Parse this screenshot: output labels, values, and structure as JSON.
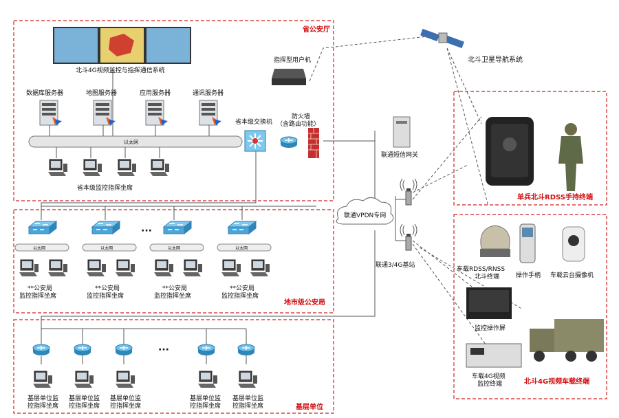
{
  "regions": {
    "provincial": "省公安厅",
    "municipal": "地市级公安局",
    "grassroots": "基层单位",
    "handheld": "单兵北斗RDSS手持终端",
    "vehicle": "北斗4G视频车载终端"
  },
  "labels": {
    "monitor_system": "北斗4G视频监控与指挥通信系统",
    "command_host": "指挥型用户机",
    "satellite": "北斗卫星导航系统",
    "db_server": "数据库服务器",
    "map_server": "地图服务器",
    "app_server": "应用服务器",
    "comm_server": "通讯服务器",
    "prov_switch": "省本级交换机",
    "firewall": "防火墙\n（含路由功能）",
    "backbone": "以太网",
    "prov_seats": "省本级监控指挥坐席",
    "sms_gateway": "联通短信网关",
    "vpdn": "联通VPDN专网",
    "base_station": "联通3/4G基站",
    "lan": "以太网",
    "muni_seat_1": "**公安局\n监控指挥坐席",
    "muni_seat_2": "**公安局\n监控指挥坐席",
    "muni_seat_3": "**公安局\n监控指挥坐席",
    "muni_seat_4": "**公安局\n监控指挥坐席",
    "ellipsis": "···",
    "grass_seat_1": "基层单位监\n控指挥坐席",
    "grass_seat_2": "基层单位监\n控指挥坐席",
    "grass_seat_3": "基层单位监\n控指挥坐席",
    "grass_seat_4": "基层单位监\n控指挥坐席",
    "grass_seat_5": "基层单位监\n控指挥坐席",
    "vehicle_rdss": "车载RDSS/RNSS\n北斗终端",
    "op_handset": "操作手柄",
    "ptz_camera": "车载云台摄像机",
    "ctrl_screen": "监控操作屏",
    "video_terminal": "车载4G视频\n监控终端"
  }
}
